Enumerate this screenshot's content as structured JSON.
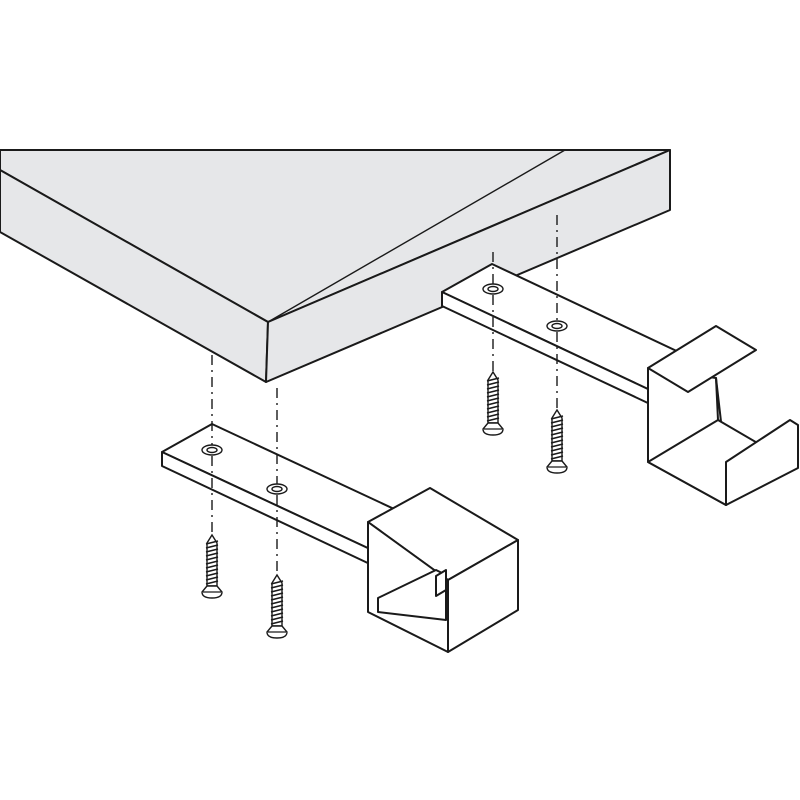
{
  "diagram": {
    "subject": "shelf-mounting-brackets-exploded-view",
    "colors": {
      "background": "#ffffff",
      "shelf_fill": "#e6e7e9",
      "line": "#1a1a1a",
      "part_fill": "#ffffff"
    },
    "parts": {
      "shelf_board": 1,
      "brackets": 2,
      "screws": 4
    }
  }
}
